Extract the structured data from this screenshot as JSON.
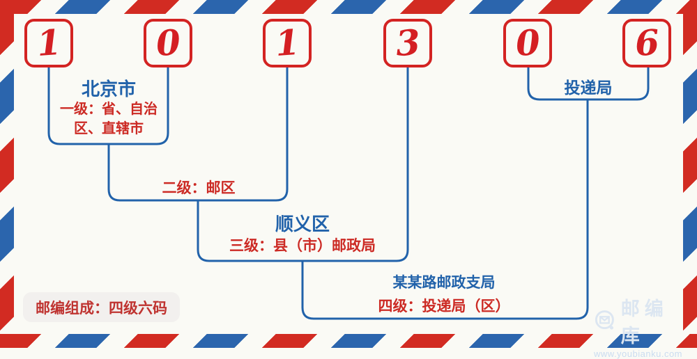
{
  "postal_code": {
    "digits": [
      "1",
      "0",
      "1",
      "3",
      "0",
      "6"
    ]
  },
  "levels": [
    {
      "name": "北京市",
      "desc": "一级：省、自治区、直辖市"
    },
    {
      "name": "",
      "desc": "二级：邮区"
    },
    {
      "name": "顺义区",
      "desc": "三级：县（市）邮政局"
    },
    {
      "name": "某某路邮政支局",
      "desc": "四级：投递局（区）"
    },
    {
      "name": "投递局",
      "desc": ""
    }
  ],
  "footer": {
    "badge": "邮编组成：四级六码"
  },
  "watermark": {
    "brand": "邮编库",
    "url": "www.youbianku.com",
    "icon": "envelope-in-circle-icon"
  },
  "colors": {
    "stripe_red": "#d22b22",
    "stripe_blue": "#2b65ad",
    "digit_red": "#d41f23",
    "line_blue": "#2162aa",
    "label_red": "#cc2a24",
    "badge_bg": "#f2f0ee",
    "background": "#fafaf5"
  }
}
